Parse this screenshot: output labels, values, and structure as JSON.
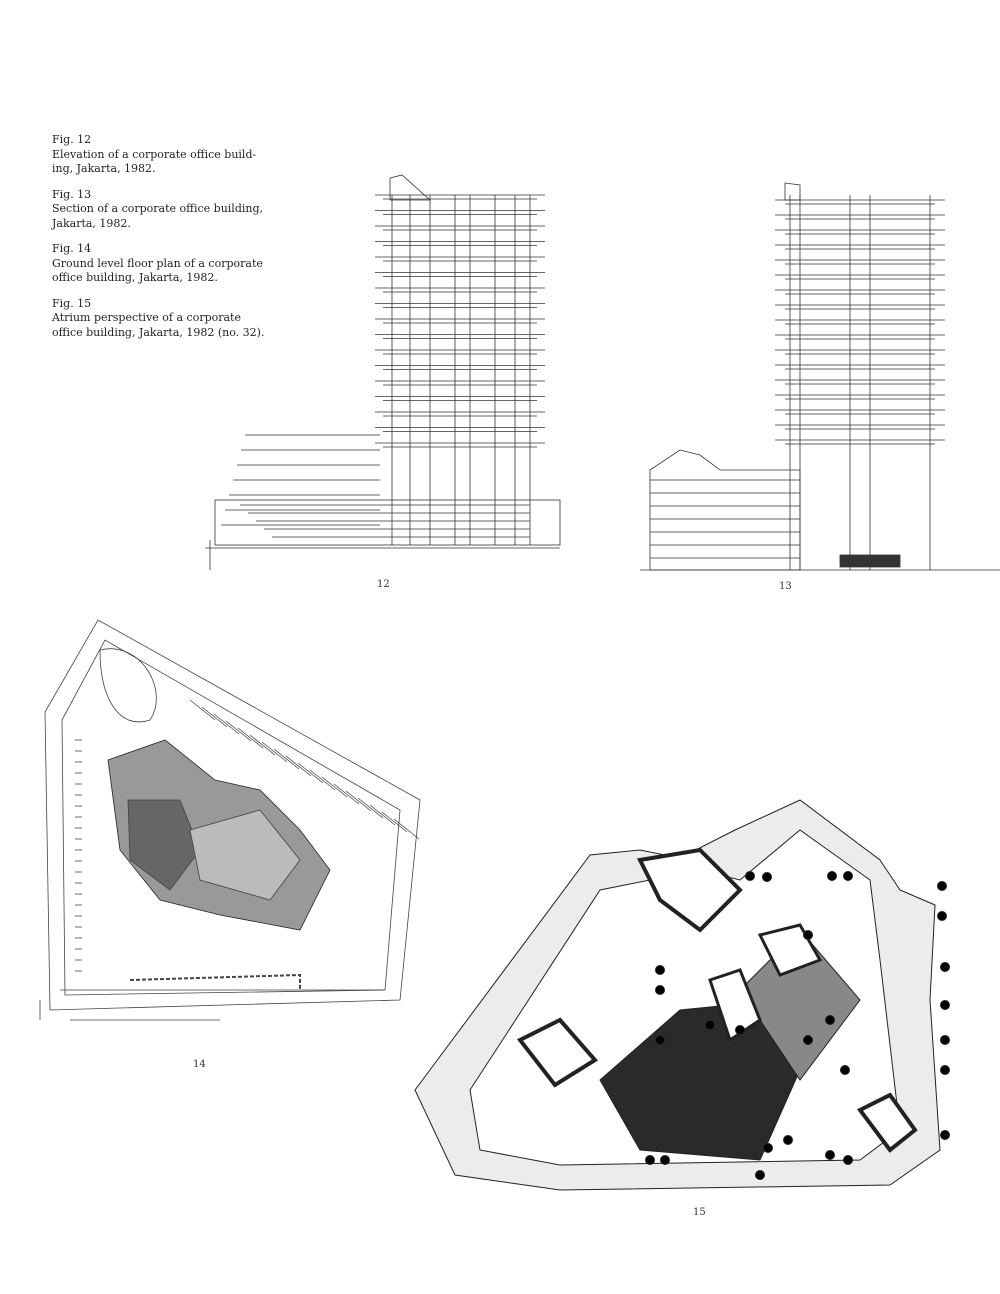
{
  "captions": [
    {
      "label": "Fig. 12",
      "lines": [
        "Elevation of a corporate office build-",
        "ing, Jakarta, 1982."
      ]
    },
    {
      "label": "Fig. 13",
      "lines": [
        "Section of a corporate office building,",
        "Jakarta, 1982."
      ]
    },
    {
      "label": "Fig. 14",
      "lines": [
        "Ground level floor plan of a corporate",
        "office building, Jakarta, 1982."
      ]
    },
    {
      "label": "Fig. 15",
      "lines": [
        "Atrium perspective of a corporate",
        "office building, Jakarta, 1982 (no. 32)."
      ]
    }
  ],
  "figure_numbers": {
    "f12": "12",
    "f13": "13",
    "f14": "14",
    "f15": "15"
  }
}
